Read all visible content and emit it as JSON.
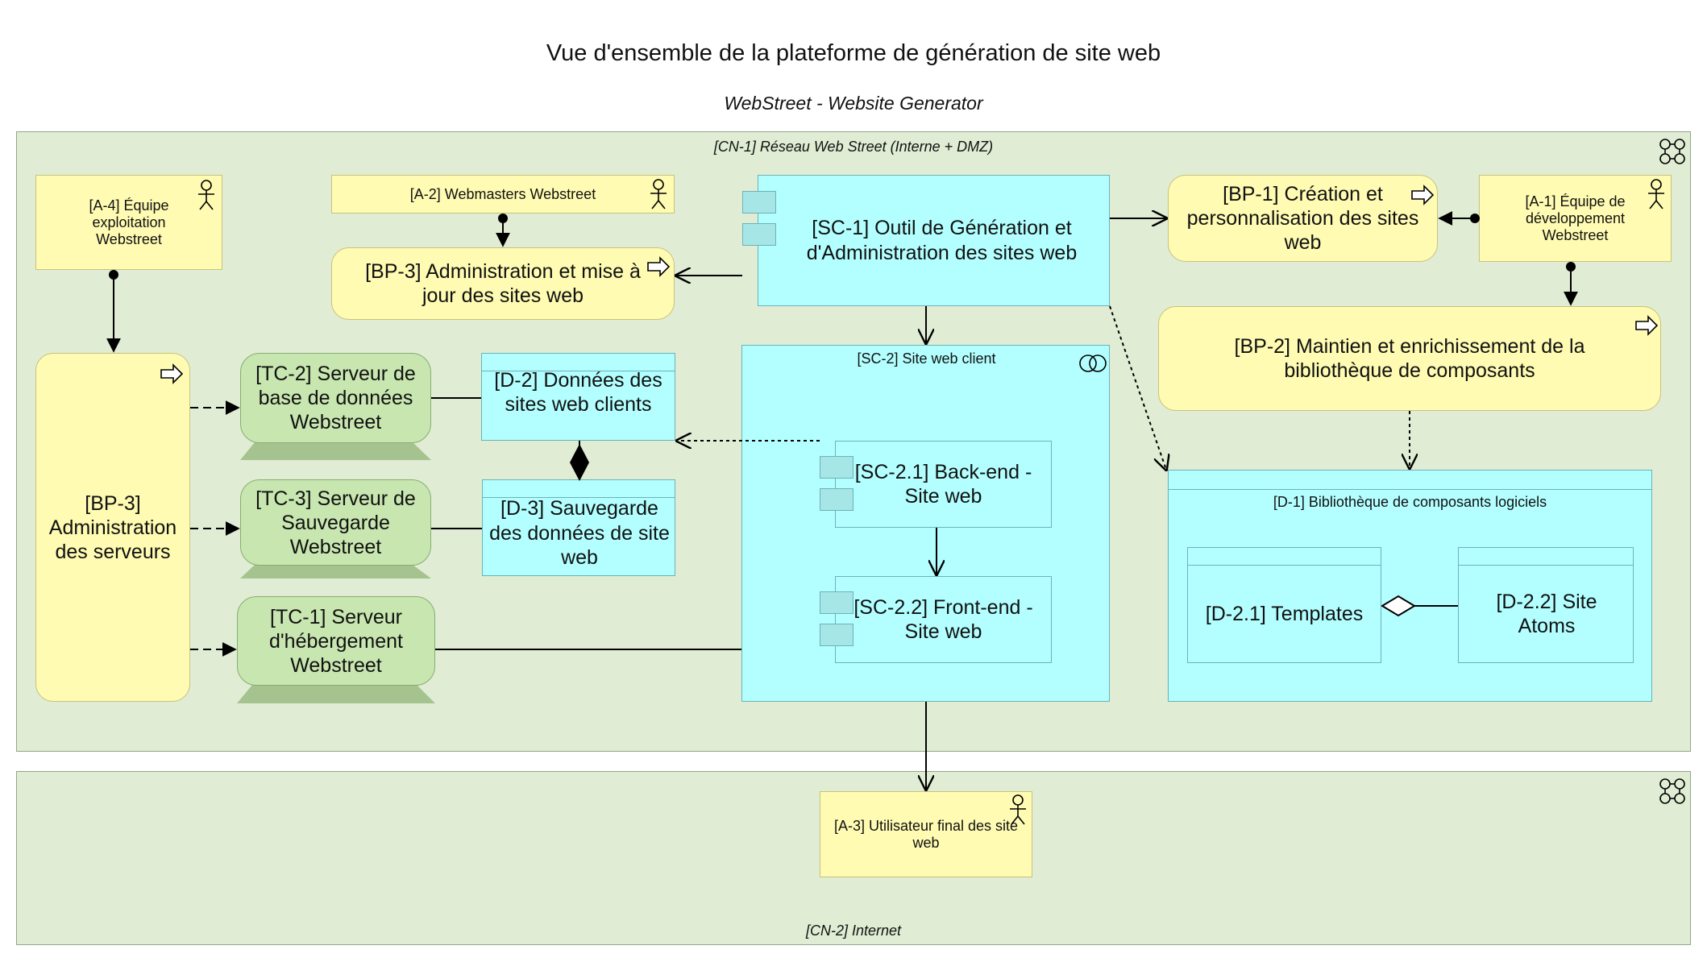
{
  "title": "Vue d'ensemble de la plateforme de génération de site web",
  "subtitle": "WebStreet - Website Generator",
  "networks": {
    "cn1": "[CN-1] Réseau Web Street (Interne + DMZ)",
    "cn2": "[CN-2] Internet"
  },
  "actors": {
    "a1": "[A-1] Équipe de développement Webstreet",
    "a2": "[A-2] Webmasters Webstreet",
    "a3": "[A-3] Utilisateur final des site web",
    "a4": "[A-4] Équipe exploitation Webstreet"
  },
  "processes": {
    "bp1": "[BP-1] Création et personnalisation des sites web",
    "bp2": "[BP-2] Maintien et enrichissement de la bibliothèque de composants",
    "bp3_admin_sites": "[BP-3] Administration et mise à jour des sites web",
    "bp3_admin_servers": "[BP-3] Administration des serveurs"
  },
  "applications": {
    "sc1": "[SC-1] Outil de Génération et d'Administration des sites web",
    "sc2": "[SC-2] Site web client",
    "sc21": "[SC-2.1] Back-end - Site web",
    "sc22": "[SC-2.2] Front-end - Site web"
  },
  "data_objects": {
    "d1": "[D-1] Bibliothèque de composants logiciels",
    "d21": "[D-2.1] Templates",
    "d22": "[D-2.2] Site Atoms",
    "d2": "[D-2] Données des sites web clients",
    "d3": "[D-3] Sauvegarde des données de site web"
  },
  "tech_nodes": {
    "tc1": "[TC-1] Serveur d'hébergement Webstreet",
    "tc2": "[TC-2] Serveur de base de données Webstreet",
    "tc3": "[TC-3] Serveur de Sauvegarde Webstreet"
  },
  "colors": {
    "network_bg": "#e0edd4",
    "business": "#fffbb2",
    "application": "#b3ffff",
    "technology": "#c8e6b0"
  }
}
